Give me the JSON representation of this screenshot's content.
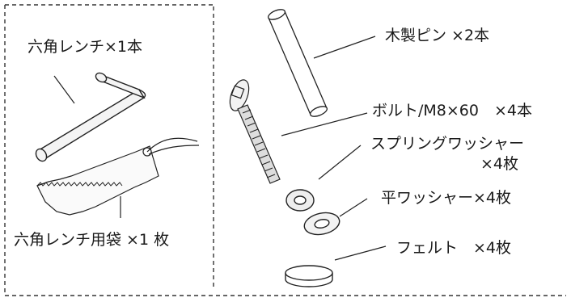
{
  "labels": {
    "hex_wrench": "六角レンチ×1本",
    "wrench_bag": "六角レンチ用袋 ×1 枚",
    "wood_pin": "木製ピン ×2本",
    "bolt": "ボルト/M8×60　×4本",
    "spring_washer_line1": "スプリングワッシャー",
    "spring_washer_line2": "×4枚",
    "flat_washer": "平ワッシャー×4枚",
    "felt": "フェルト　×4枚"
  }
}
